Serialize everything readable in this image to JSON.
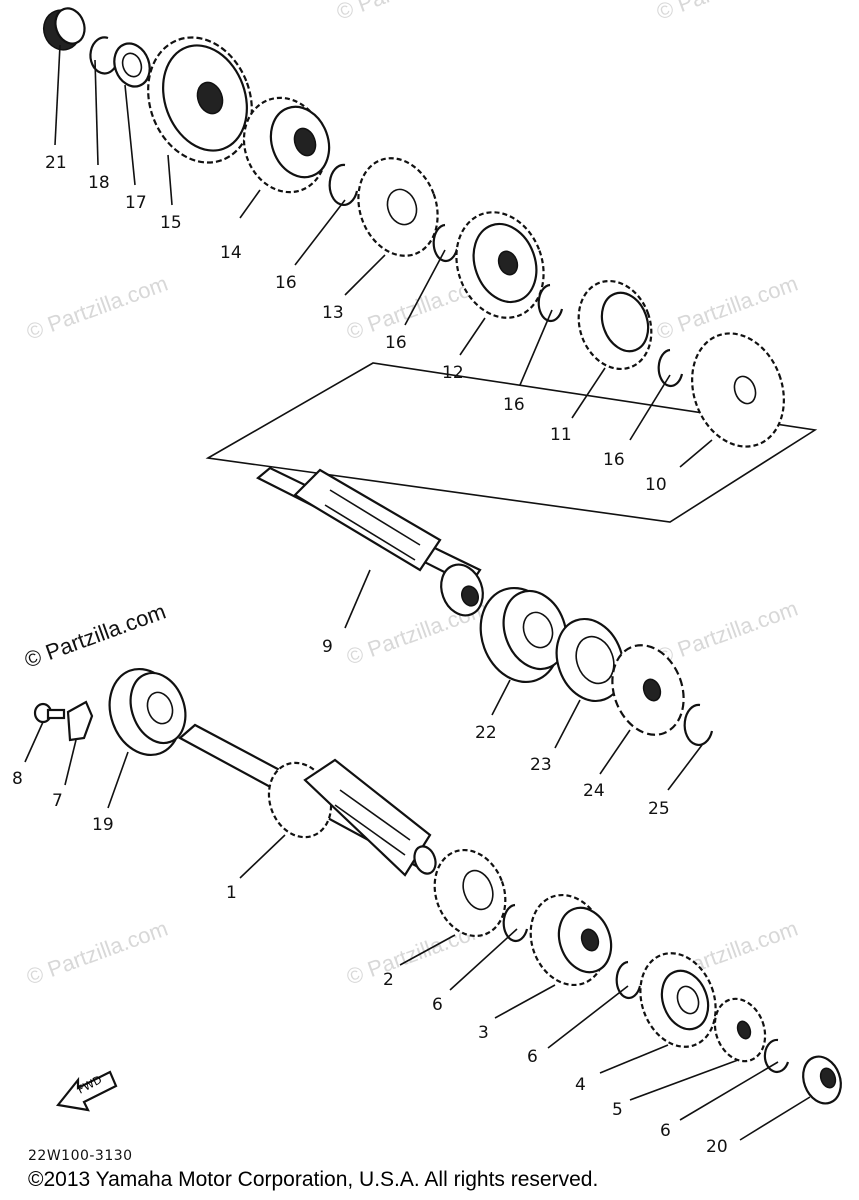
{
  "figure": {
    "ref_code": "22W100-3130",
    "fwd_label": "FWD",
    "copyright": "©2013  Yamaha Motor Corporation, U.S.A. All rights reserved.",
    "watermark": "© Partzilla.com"
  },
  "callouts": [
    "21",
    "18",
    "17",
    "15",
    "14",
    "16",
    "13",
    "16",
    "12",
    "16",
    "11",
    "16",
    "10",
    "9",
    "22",
    "23",
    "24",
    "25",
    "8",
    "7",
    "19",
    "1",
    "2",
    "6",
    "3",
    "6",
    "4",
    "5",
    "6",
    "20"
  ]
}
